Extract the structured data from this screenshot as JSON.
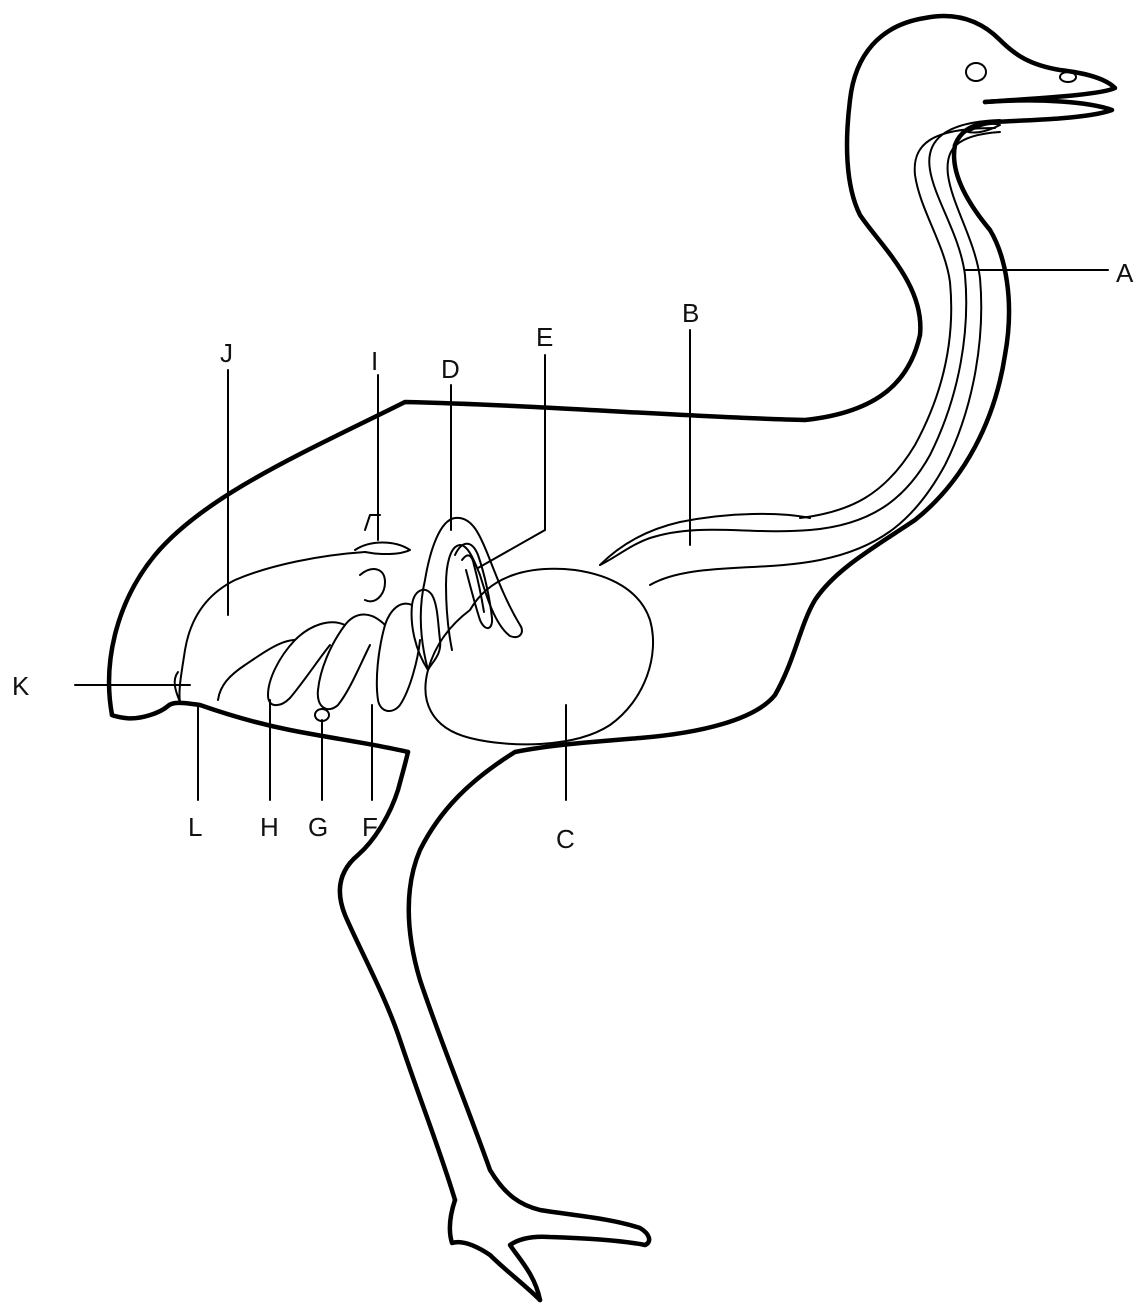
{
  "labels": {
    "a": "A",
    "b": "B",
    "c": "C",
    "d": "D",
    "e": "E",
    "f": "F",
    "g": "G",
    "h": "H",
    "i": "I",
    "j": "J",
    "k": "K",
    "l": "L"
  },
  "colors": {
    "line": "#000000",
    "background": "#ffffff"
  }
}
